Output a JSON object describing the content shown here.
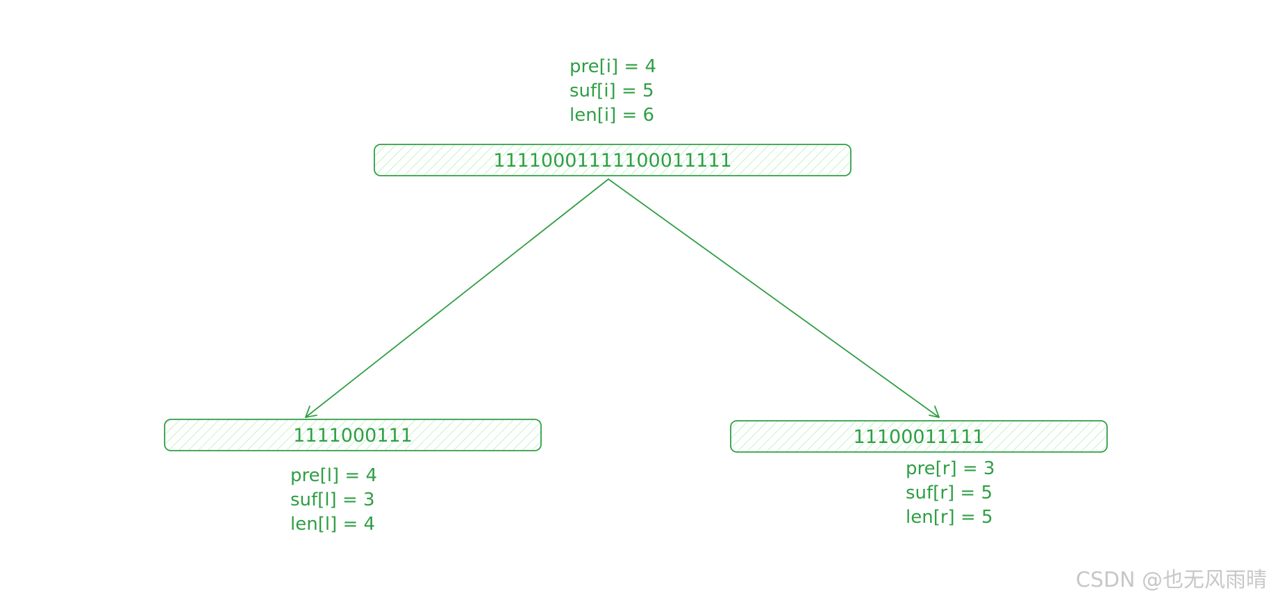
{
  "colors": {
    "stroke": "#2f9e44",
    "hatch": "#b2f2bb",
    "text": "#2f9e44",
    "watermark": "#c7c7c7"
  },
  "nodes": {
    "root": {
      "value": "11110001111100011111",
      "labels": [
        "pre[i] = 4",
        "suf[i] = 5",
        "len[i] = 6"
      ]
    },
    "left": {
      "value": "1111000111",
      "labels": [
        "pre[l] = 4",
        "suf[l] = 3",
        "len[l] = 4"
      ]
    },
    "right": {
      "value": "11100011111",
      "labels": [
        "pre[r] = 3",
        "suf[r] = 5",
        "len[r] = 5"
      ]
    }
  },
  "watermark": "CSDN @也无风雨晴"
}
